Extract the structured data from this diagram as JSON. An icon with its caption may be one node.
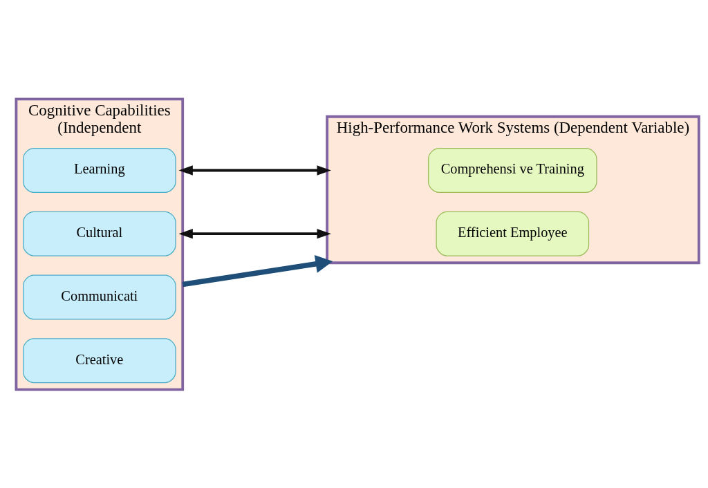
{
  "diagram": {
    "nodes": [
      {
        "text": [
          "Cognitive Capabilities",
          "(Independent"
        ]
      },
      {
        "text": [
          "Learning"
        ],
        "in": 0
      },
      {
        "text": [
          "Cultural"
        ],
        "in": 0
      },
      {
        "text": [
          "Communicati"
        ],
        "in": 0
      },
      {
        "text": [
          "Creative"
        ],
        "in": 0
      },
      {
        "text": [
          "High-Performance Work Systems (Dependent Variable)"
        ]
      },
      {
        "text": [
          "Comprehensi ve Training"
        ],
        "in": 5
      },
      {
        "text": [
          "Efficient Employee"
        ],
        "in": 5
      }
    ],
    "edges": [
      {
        "from": 0,
        "to": 5,
        "arrow": "both"
      },
      {
        "from": 0,
        "to": 5,
        "arrow": "both"
      },
      {
        "from": 0,
        "to": 5,
        "arrow": "to",
        "style": "thick",
        "color": "#1f4e79"
      }
    ]
  }
}
